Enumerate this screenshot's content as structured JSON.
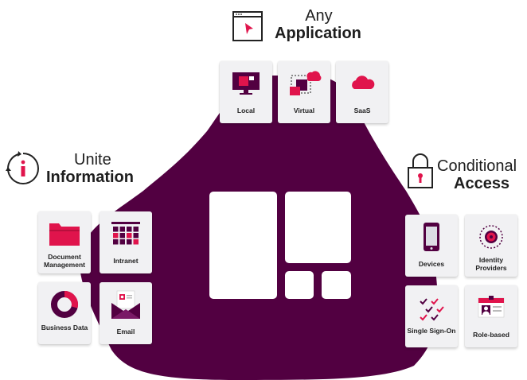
{
  "colors": {
    "brand": "#520041",
    "accent": "#e0144c",
    "tile_bg": "#f1f1f3"
  },
  "sections": {
    "application": {
      "line1": "Any",
      "line2": "Application",
      "icon": "cursor-window-icon",
      "tiles": [
        {
          "label": "Local",
          "icon": "monitor-icon"
        },
        {
          "label": "Virtual",
          "icon": "virtual-machine-icon"
        },
        {
          "label": "SaaS",
          "icon": "cloud-icon"
        }
      ]
    },
    "information": {
      "line1": "Unite",
      "line2": "Information",
      "icon": "info-cycle-icon",
      "tiles": [
        {
          "label": "Document Management",
          "icon": "folder-icon"
        },
        {
          "label": "Intranet",
          "icon": "intranet-grid-icon"
        },
        {
          "label": "Business Data",
          "icon": "donut-chart-icon"
        },
        {
          "label": "Email",
          "icon": "envelope-icon"
        }
      ]
    },
    "access": {
      "line1": "Conditional",
      "line2": "Access",
      "icon": "padlock-icon",
      "tiles": [
        {
          "label": "Devices",
          "icon": "smartphone-icon"
        },
        {
          "label": "Identity Providers",
          "icon": "identity-eye-icon"
        },
        {
          "label": "Single Sign-On",
          "icon": "checklist-icon"
        },
        {
          "label": "Role-based",
          "icon": "id-card-icon"
        }
      ]
    }
  }
}
